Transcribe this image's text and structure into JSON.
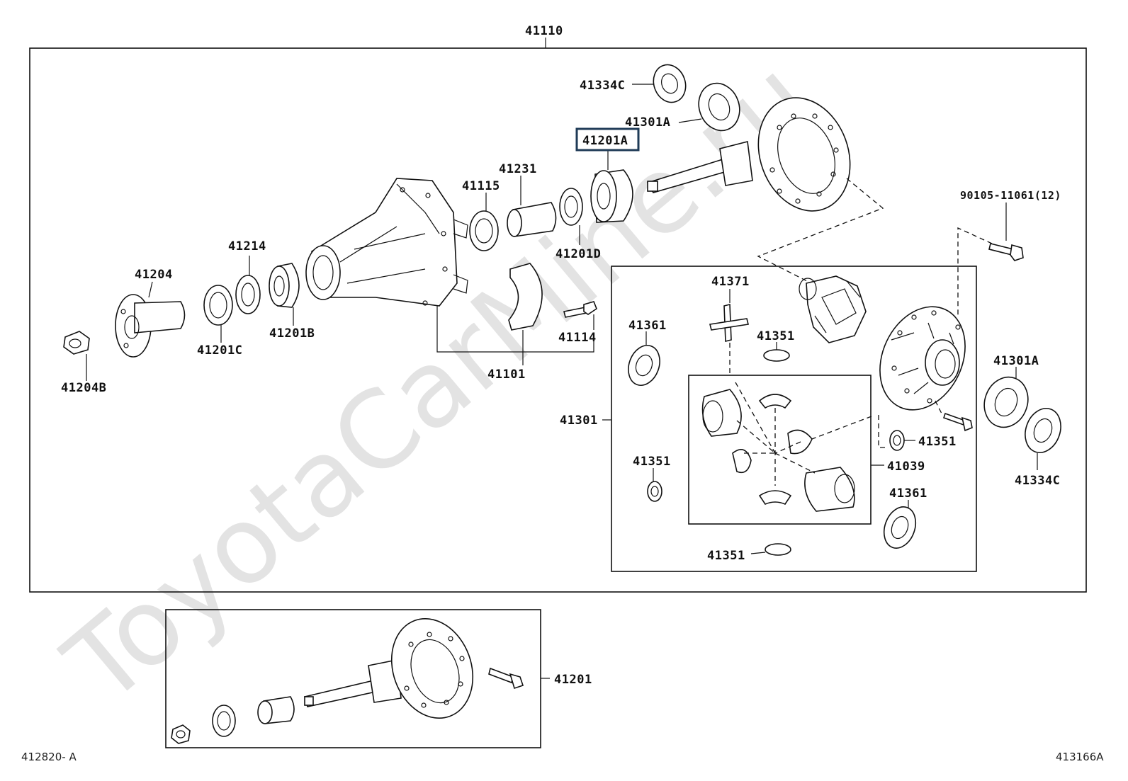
{
  "watermark": "ToyotaCarMine.ru",
  "labels": {
    "assembly": "41110",
    "c41334_top": "41334C",
    "c41301a_top": "41301A",
    "c41201a": "41201A",
    "c41231": "41231",
    "c41115": "41115",
    "c41201d": "41201D",
    "c41214": "41214",
    "c41204": "41204",
    "c41201c": "41201C",
    "c41201b": "41201B",
    "c41204b": "41204B",
    "c41114": "41114",
    "c41101": "41101",
    "bolt": "90105-11061(12)",
    "c41371": "41371",
    "c41361_left": "41361",
    "c41351_top": "41351",
    "c41301": "41301",
    "c41351_left": "41351",
    "c41351_right": "41351",
    "c41039": "41039",
    "c41361_right": "41361",
    "c41351_bottom": "41351",
    "c41301a_right": "41301A",
    "c41334c_right": "41334C",
    "c41201": "41201"
  },
  "footer": {
    "left_code": "412820- A",
    "right_code": "413166A"
  }
}
